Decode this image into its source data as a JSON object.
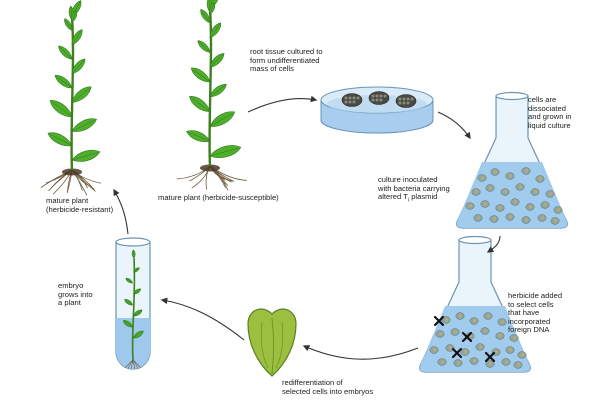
{
  "colors": {
    "leaf": "#4fae2c",
    "leaf_dark": "#2f7d1d",
    "stem": "#3f7f1f",
    "root": "#6e5a3c",
    "soil": "#4a3825",
    "liquid": "#9ec9ec",
    "glass_edge": "#6a93b4",
    "cell": "#8fa6a0",
    "cell_core": "#c9a86a",
    "embryo": "#9bbf3f",
    "arrow": "#333333",
    "mark": "#111111"
  },
  "steps": {
    "root_culture": "root tissue cultured to\nform undifferentiated\nmass of cells",
    "liquid_culture": "cells are\ndissociated\nand grown in\nliquid culture",
    "inoculated_pre": "culture inoculated\nwith bacteria carrying\naltered T",
    "inoculated_sub": "i",
    "inoculated_post": " plasmid",
    "herbicide": "herbicide added\nto select cells\nthat have\nincorporated\nforeign DNA",
    "redifferentiation": "redifferentiation of\nselected cells into embryos",
    "embryo_grows": "embryo\ngrows into\na plant",
    "mature_resistant": "mature plant\n(herbicide-resistant)",
    "mature_susceptible": "mature plant (herbicide-susceptible)"
  }
}
